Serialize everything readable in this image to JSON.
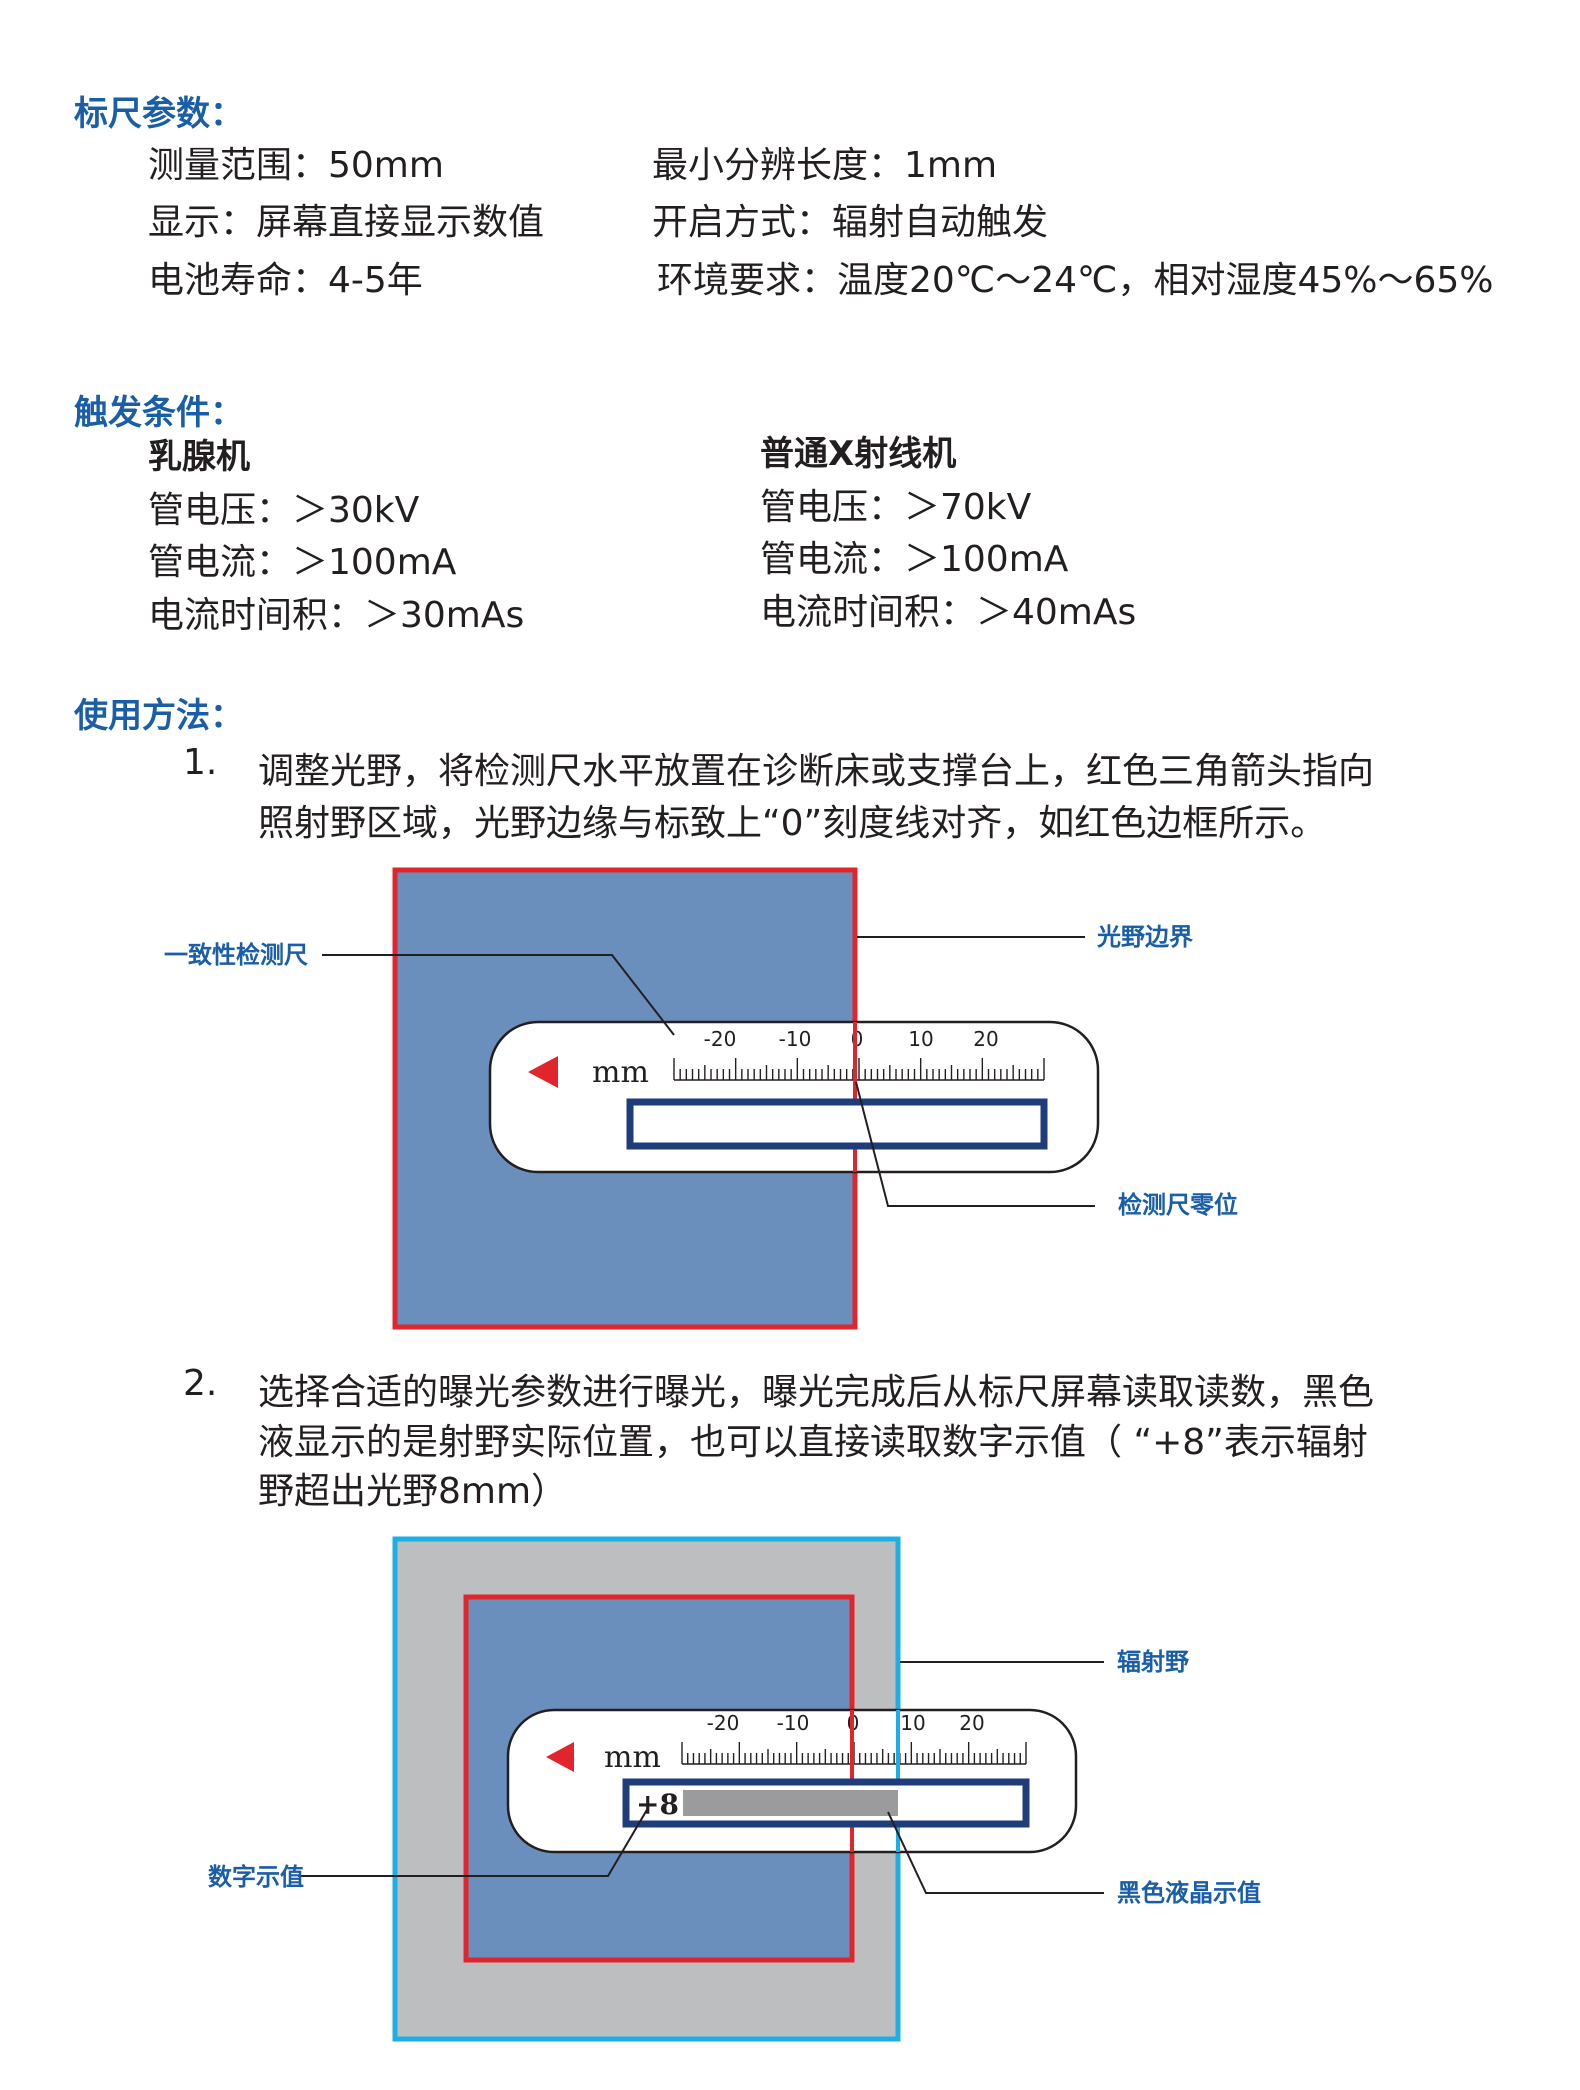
{
  "spec": {
    "heading": "标尺参数：",
    "items": [
      "测量范围：50mm",
      "最小分辨长度：1mm",
      "显示：屏幕直接显示数值",
      "开启方式：辐射自动触发",
      "电池寿命：4-5年",
      "环境要求：温度20℃～24℃，相对湿度45%～65%"
    ]
  },
  "trigger": {
    "heading": "触发条件：",
    "mammo": {
      "title": "乳腺机",
      "lines": [
        "管电压：＞30kV",
        "管电流：＞100mA",
        "电流时间积：＞30mAs"
      ]
    },
    "xray": {
      "title": "普通X射线机",
      "lines": [
        "管电压：＞70kV",
        "管电流：＞100mA",
        "电流时间积：＞40mAs"
      ]
    }
  },
  "usage": {
    "heading": "使用方法：",
    "step1": {
      "num": "1.",
      "lines": [
        "调整光野，将检测尺水平放置在诊断床或支撑台上，红色三角箭头指向",
        "照射野区域，光野边缘与标致上“0”刻度线对齐，如红色边框所示。"
      ]
    },
    "step2": {
      "num": "2.",
      "lines": [
        "选择合适的曝光参数进行曝光，曝光完成后从标尺屏幕读取读数，黑色",
        "液显示的是射野实际位置，也可以直接读取数字示值（ “+8”表示辐射",
        "野超出光野8mm）"
      ]
    }
  },
  "diagram1": {
    "labels": {
      "ruler": "一致性检测尺",
      "light_field": "光野边界",
      "zero": "检测尺零位"
    },
    "unit": "mm",
    "ticks": [
      "-20",
      "-10",
      "0",
      "10",
      "20"
    ]
  },
  "diagram2": {
    "labels": {
      "radiation_field": "辐射野",
      "digital": "数字示值",
      "lcd": "黑色液晶示值"
    },
    "unit": "mm",
    "ticks": [
      "-20",
      "-10",
      "0",
      "10",
      "20"
    ],
    "reading": "+8"
  },
  "colors": {
    "heading": "#1a5ea8",
    "field": "#6a8fbc",
    "red": "#e0262c",
    "cyan": "#1eaee6",
    "gray": "#bdbec0",
    "frame": "#1f3d7a"
  }
}
